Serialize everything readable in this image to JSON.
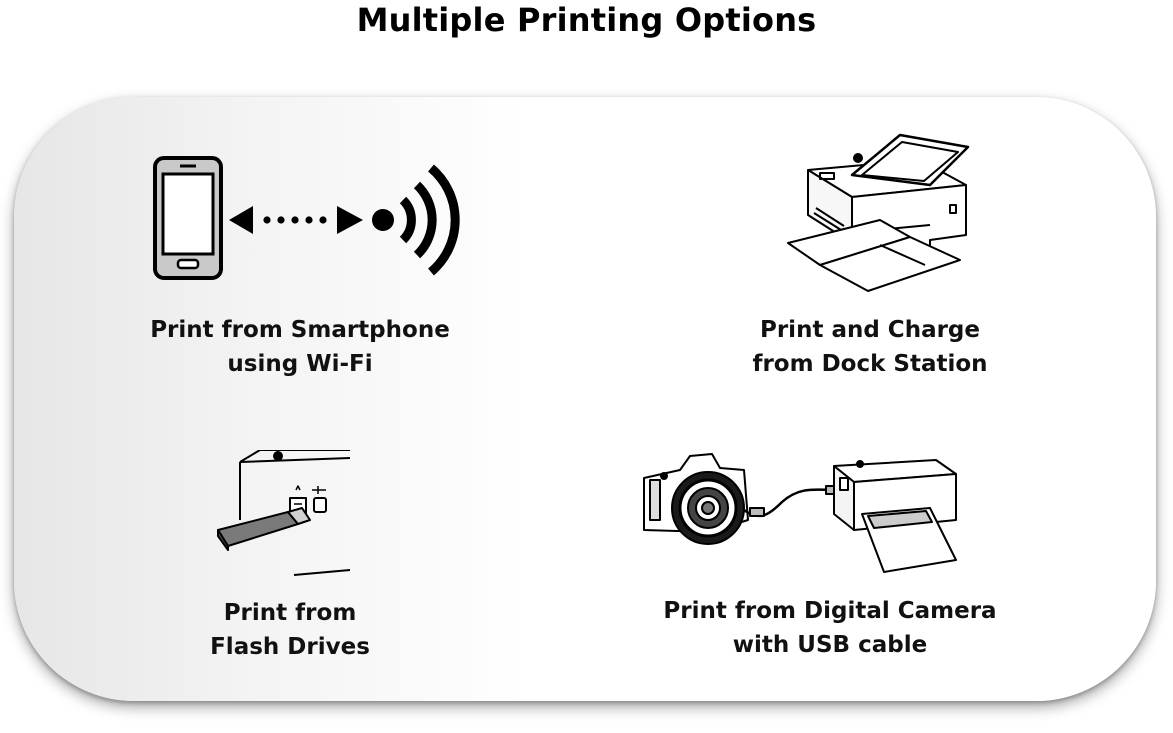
{
  "title": "Multiple Printing Options",
  "options": [
    {
      "line1": "Print from Smartphone",
      "line2": "using Wi-Fi",
      "icon": "smartphone-wifi-icon"
    },
    {
      "line1": "Print and Charge",
      "line2": "from Dock Station",
      "icon": "dock-station-printer-icon"
    },
    {
      "line1": "Print from",
      "line2": "Flash Drives",
      "icon": "flash-drive-icon"
    },
    {
      "line1": "Print from Digital Camera",
      "line2": "with USB cable",
      "icon": "camera-usb-printer-icon"
    }
  ]
}
